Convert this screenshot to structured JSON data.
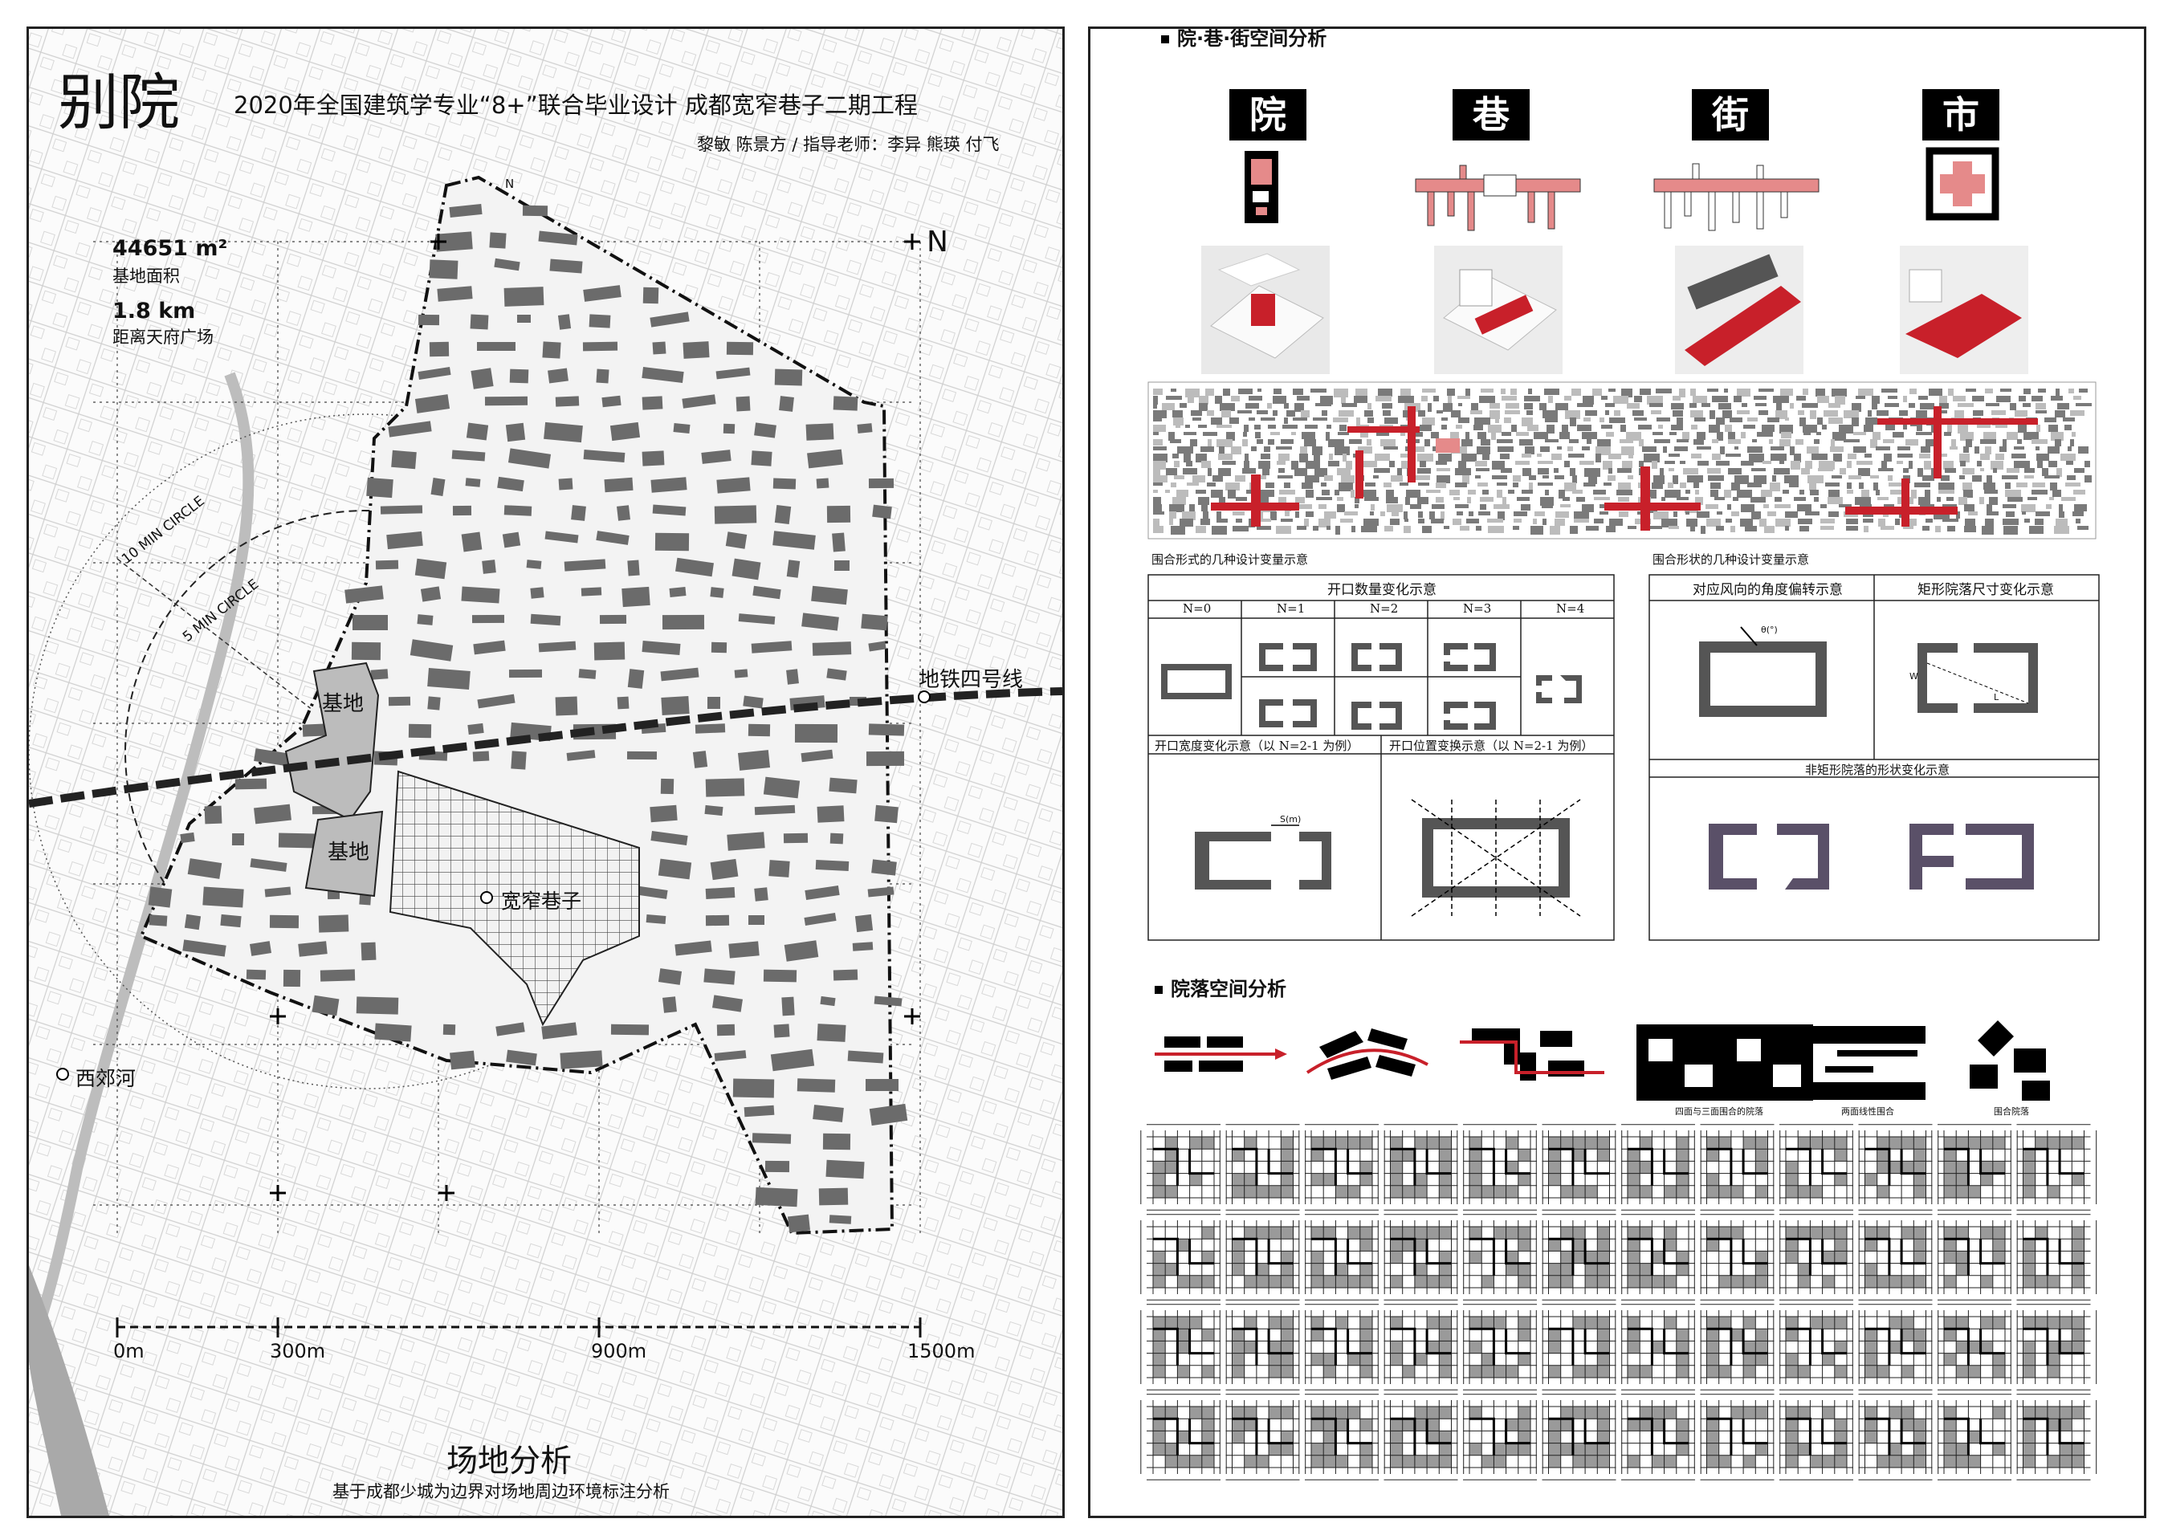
{
  "left_panel": {
    "title": "别院",
    "subtitle": "2020年全国建筑学专业“8+”联合毕业设计  成都宽窄巷子二期工程",
    "authors": "黎敏  陈景方 / 指导老师：李异  熊瑛  付飞",
    "north_top": "N",
    "north_right": "N",
    "stat_area_value": "44651 m²",
    "stat_area_label": "基地面积",
    "stat_distance_value": "1.8 km",
    "stat_distance_label": "距离天府广场",
    "circle_10": "10 MIN CIRCLE",
    "circle_5": "5 MIN CIRCLE",
    "site_label_1": "基地",
    "site_label_2": "基地",
    "metro_label": "地铁四号线",
    "kuanzhai_label": "宽窄巷子",
    "river_label": "西郊河",
    "scale_labels": [
      "0m",
      "300m",
      "900m",
      "1500m"
    ],
    "caption_title": "场地分析",
    "caption_sub": "基于成都少城为边界对场地周边环境标注分析"
  },
  "right_panel": {
    "section1_title": "院·巷·街空间分析",
    "tags": [
      "院",
      "巷",
      "街",
      "市"
    ],
    "variable_left_title": "围合形式的几种设计变量示意",
    "variable_right_title": "围合形状的几种设计变量示意",
    "opening_count_title": "开口数量变化示意",
    "n_labels": [
      "N=0",
      "N=1",
      "N=2",
      "N=3",
      "N=4"
    ],
    "opening_width_title": "开口宽度变化示意（以 N=2-1 为例）",
    "opening_position_title": "开口位置变换示意（以 N=2-1 为例）",
    "wind_angle_title": "对应风向的角度偏转示意",
    "rect_size_title": "矩形院落尺寸变化示意",
    "nonrect_title": "非矩形院落的形状变化示意",
    "theta_label": "θ(°)",
    "s_label": "S(m)",
    "w_label": "W",
    "l_label": "L",
    "section2_title": "院落空间分析",
    "courtyard_captions": [
      "四面与三面围合的院落",
      "两面线性围合",
      "围合院落"
    ]
  },
  "colors": {
    "accent_red": "#c8202a",
    "building_gray": "#6b6b6b",
    "street_pink": "#e58a8a",
    "grid_fill": "#9a9a9a"
  }
}
